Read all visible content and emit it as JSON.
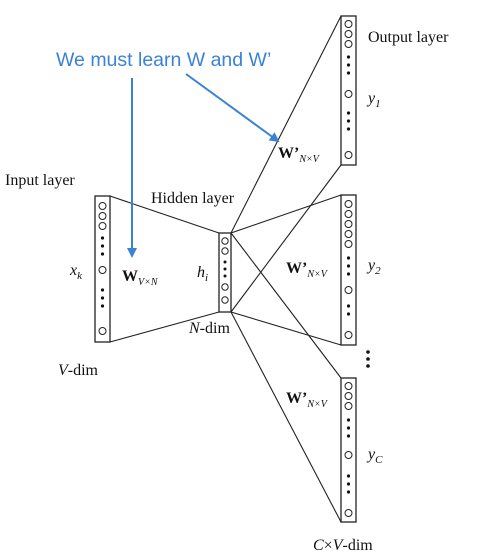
{
  "annotation": "We must learn W and W’",
  "labels": {
    "input_layer": "Input layer",
    "hidden_layer": "Hidden layer",
    "output_layer": "Output layer",
    "x_k_main": "x",
    "x_k_sub": "k",
    "h_i_main": "h",
    "h_i_sub": "i",
    "w_main": "W",
    "w_sub": "V×N",
    "wprime_main": "W’",
    "wprime_sub": "N×V",
    "y1_main": "y",
    "y1_sub": "1",
    "y2_main": "y",
    "y2_sub": "2",
    "yc_main": "y",
    "yc_sub": "C",
    "v_dim": "-dim",
    "v_dim_var": "V",
    "n_dim": "-dim",
    "n_dim_var": "N",
    "cv_dim_pre": "C",
    "cv_dim_times": "×",
    "cv_dim_var": "V",
    "cv_dim_post": "-dim"
  },
  "colors": {
    "annotation": "#3b82d6",
    "lines": "#222222"
  }
}
